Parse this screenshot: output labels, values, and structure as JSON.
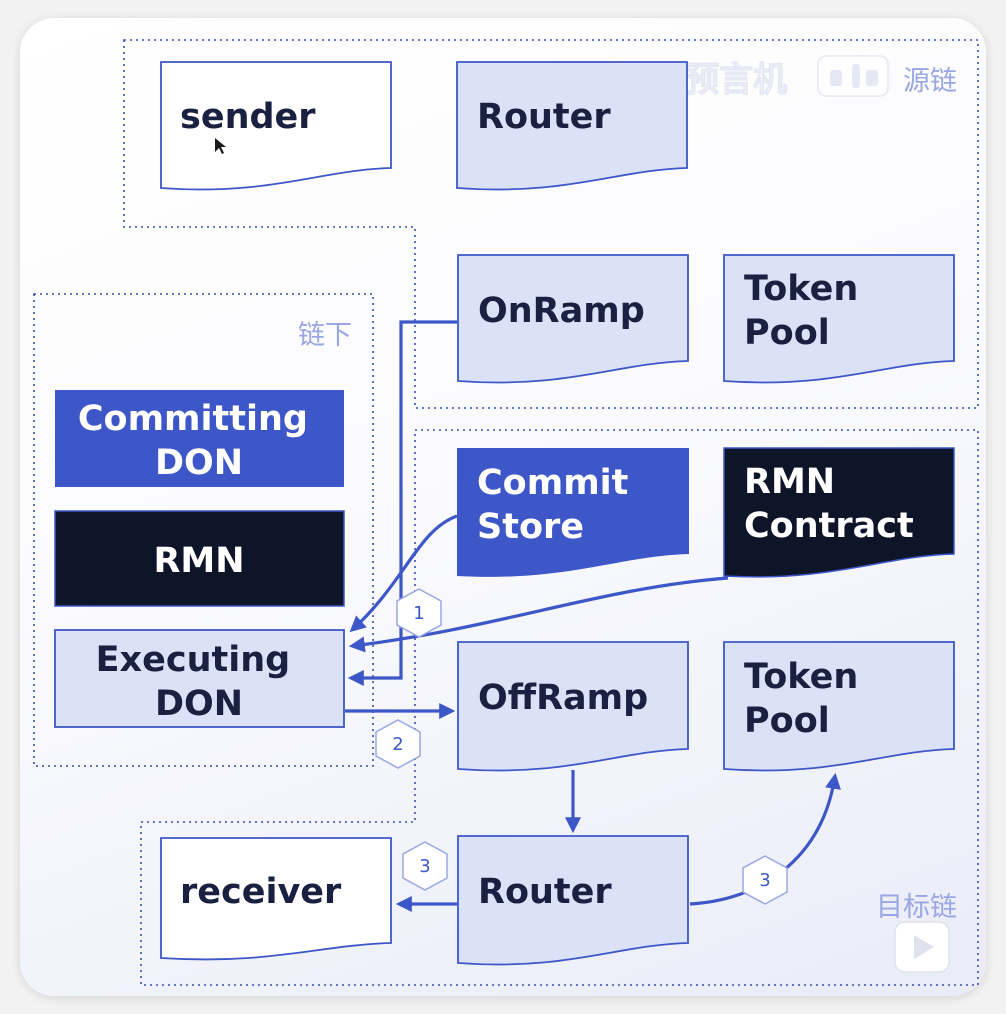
{
  "regions": {
    "source": "源链",
    "offchain": "链下",
    "destination": "目标链"
  },
  "nodes": {
    "sender": [
      "sender"
    ],
    "router_src": [
      "Router"
    ],
    "onramp": [
      "OnRamp"
    ],
    "tokenpool_src": [
      "Token",
      "Pool"
    ],
    "committing_don": [
      "Committing",
      "DON"
    ],
    "rmn": [
      "RMN"
    ],
    "executing_don": [
      "Executing",
      "DON"
    ],
    "commit_store": [
      "Commit",
      "Store"
    ],
    "rmn_contract": [
      "RMN",
      "Contract"
    ],
    "offramp": [
      "OffRamp"
    ],
    "tokenpool_dst": [
      "Token",
      "Pool"
    ],
    "receiver": [
      "receiver"
    ],
    "router_dst": [
      "Router"
    ]
  },
  "steps": {
    "s1": "1",
    "s2": "2",
    "s3a": "3",
    "s3b": "3"
  },
  "watermark": {
    "text": "Chainlink预言机"
  },
  "colors": {
    "light_fill": "#dbe1f7",
    "light_stroke": "#3d57c8",
    "blue_fill": "#3e57c8",
    "dark_fill": "#0f1528",
    "white_fill": "#ffffff",
    "text_dark": "#1a2040",
    "text_light": "#ffffff",
    "arrow": "#3d57c8",
    "region_border": "#3b4fa8"
  }
}
